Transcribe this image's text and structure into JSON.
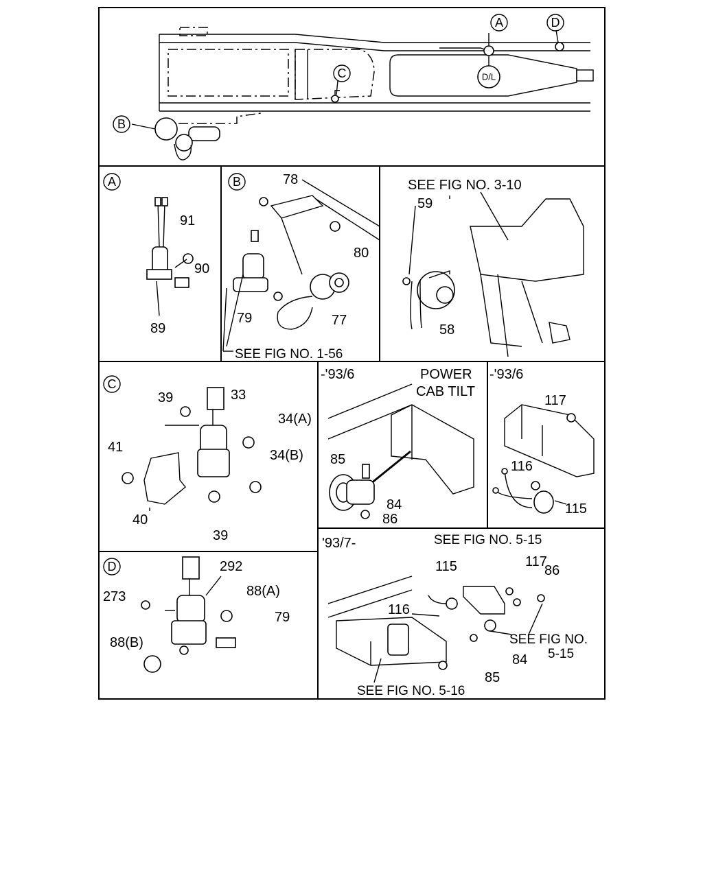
{
  "callouts": {
    "A": "A",
    "B": "B",
    "C": "C",
    "D": "D",
    "DL": "D/L"
  },
  "panel_A": {
    "badge": "A",
    "parts": [
      "91",
      "90",
      "89"
    ]
  },
  "panel_B": {
    "badge": "B",
    "parts": [
      "78",
      "80",
      "79",
      "77"
    ],
    "ref": "SEE FIG NO. 1-56"
  },
  "panel_ref310": {
    "ref": "SEE FIG NO. 3-10",
    "parts": [
      "59",
      "58"
    ]
  },
  "panel_C": {
    "badge": "C",
    "parts": [
      "39",
      "33",
      "34(A)",
      "41",
      "34(B)",
      "40",
      "39"
    ]
  },
  "panel_power": {
    "date": "-'93/6",
    "title_line1": "POWER",
    "title_line2": "CAB TILT",
    "parts": [
      "85",
      "84",
      "86"
    ]
  },
  "panel_93_6": {
    "date": "-'93/6",
    "parts": [
      "117",
      "116",
      "115"
    ]
  },
  "panel_D": {
    "badge": "D",
    "parts": [
      "292",
      "273",
      "88(A)",
      "79",
      "88(B)"
    ]
  },
  "panel_93_7": {
    "date": "'93/7-",
    "ref_top": "SEE FIG NO. 5-15",
    "parts": [
      "115",
      "117",
      "86",
      "116",
      "84",
      "85"
    ],
    "ref_right_line1": "SEE FIG NO.",
    "ref_right_line2": "5-15",
    "ref_bottom": "SEE FIG NO. 5-16"
  }
}
